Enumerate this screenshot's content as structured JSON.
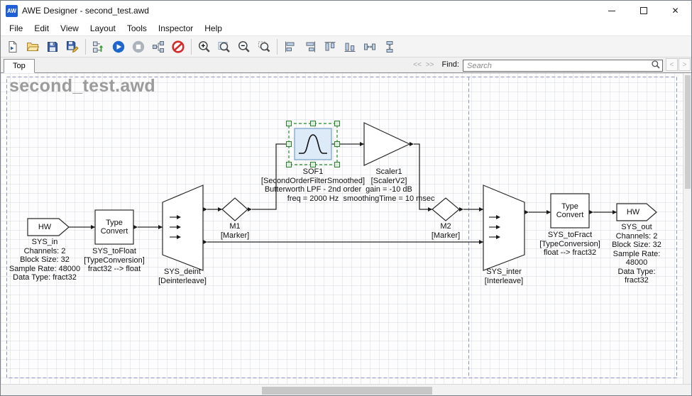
{
  "window": {
    "title": "AWE Designer - second_test.awd",
    "app_icon_text": "AW",
    "close_glyph": "✕"
  },
  "menu": {
    "items": [
      "File",
      "Edit",
      "View",
      "Layout",
      "Tools",
      "Inspector",
      "Help"
    ]
  },
  "toolbar": {
    "icon_names": [
      "new-design",
      "open-file",
      "save",
      "save-as",
      "propagate-changes",
      "run",
      "stop",
      "hw-config",
      "halt-audio",
      "zoom-in",
      "zoom-fit",
      "zoom-out",
      "zoom-selection",
      "align-left",
      "align-right",
      "align-top",
      "align-bottom",
      "distribute-horizontal",
      "distribute-vertical"
    ]
  },
  "tabbar": {
    "tab": "Top",
    "prev_results": "<<",
    "next_results": ">>",
    "find_label": "Find:",
    "search_placeholder": "Search",
    "scroll_left": "<",
    "scroll_right": ">"
  },
  "canvas": {
    "title": "second_test.awd",
    "blocks": {
      "sys_in": {
        "shape": "HW",
        "label": "SYS_in\nChannels: 2\nBlock Size: 32\nSample Rate: 48000\nData Type: fract32"
      },
      "sys_to_float": {
        "shape": "Type\nConvert",
        "label": "SYS_toFloat\n[TypeConversion]\nfract32 --> float"
      },
      "sys_deint": {
        "label": "SYS_deint\n[Deinterleave]"
      },
      "m1": {
        "label": "M1\n[Marker]"
      },
      "sof1": {
        "label": "SOF1\n[SecondOrderFilterSmoothed]\nButterworth LPF - 2nd order\nfreq = 2000 Hz"
      },
      "scaler1": {
        "label": "Scaler1\n[ScalerV2]\ngain = -10 dB\nsmoothingTime = 10 msec"
      },
      "m2": {
        "label": "M2\n[Marker]"
      },
      "sys_inter": {
        "label": "SYS_inter\n[Interleave]"
      },
      "sys_to_fract": {
        "shape": "Type\nConvert",
        "label": "SYS_toFract\n[TypeConversion]\nfloat --> fract32"
      },
      "sys_out": {
        "shape": "HW",
        "label": "SYS_out\nChannels: 2\nBlock Size: 32\nSample Rate: 48000\nData Type: fract32"
      }
    }
  },
  "colors": {
    "selection_green": "#43a047",
    "guide_blue": "#8d96c9",
    "run_blue": "#1e66cc",
    "halt_red": "#d42a2a"
  }
}
